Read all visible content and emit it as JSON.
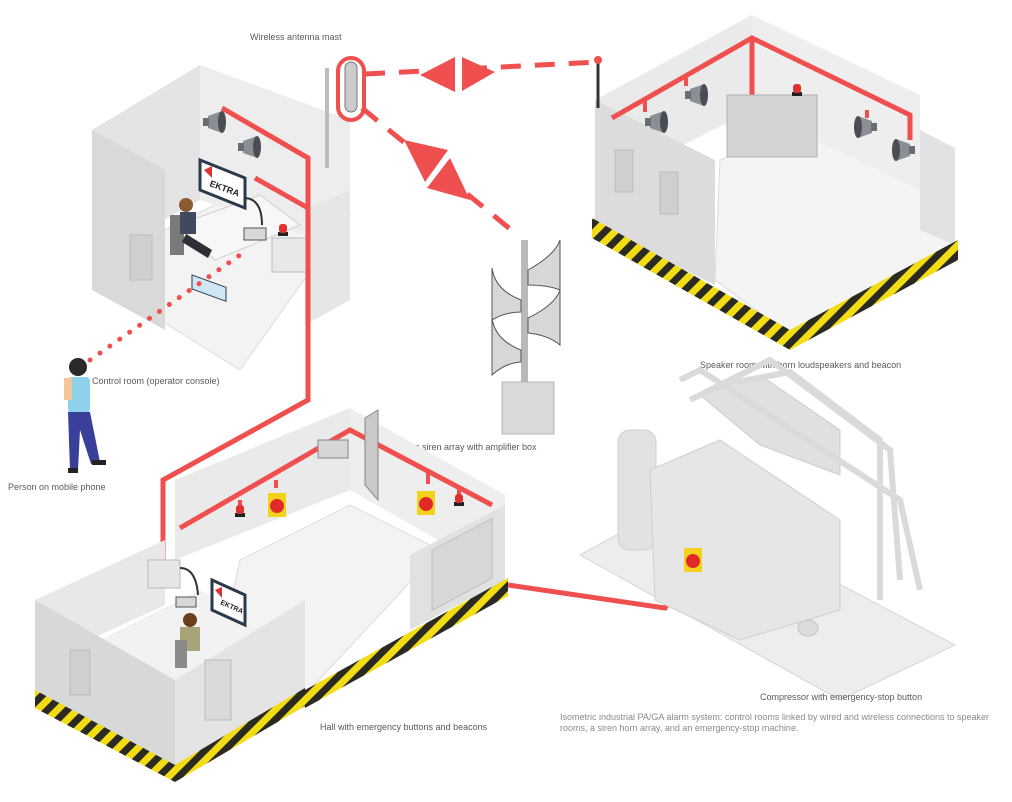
{
  "diagram": {
    "title": "",
    "description": "Isometric industrial PA/GA alarm system: control rooms linked by wired and wireless connections to speaker rooms, a siren horn array, and an emergency-stop machine.",
    "colors": {
      "link": "#ef4f4f",
      "wall": "#e9e9e9",
      "wall_dark": "#d6d6d6",
      "floor": "#f4f4f4",
      "hazard_yellow": "#f2dc14",
      "hazard_black": "#2a2a22",
      "monitor_frame": "#2a3a4a",
      "shirt": "#8fd0ea",
      "pants": "#3a3f9a"
    },
    "nodes": {
      "control_room_top": {
        "label": "Control room (operator console)",
        "monitor_logo": "EKTRA"
      },
      "antenna_mast": {
        "label": "Wireless antenna mast"
      },
      "speaker_room": {
        "label": "Speaker room with horn loudspeakers and beacon"
      },
      "siren_array": {
        "label": "Horn siren array with amplifier box"
      },
      "production_hall": {
        "label": "Hall with emergency buttons and beacons",
        "monitor_logo": "EKTRA"
      },
      "machine": {
        "label": "Compressor with emergency-stop button"
      },
      "field_person": {
        "label": "Person on mobile phone"
      }
    },
    "links": [
      {
        "from": "control_room_top",
        "to": "production_hall",
        "type": "wired"
      },
      {
        "from": "production_hall",
        "to": "machine",
        "type": "wired"
      },
      {
        "from": "antenna_mast",
        "to": "speaker_room",
        "type": "wireless"
      },
      {
        "from": "antenna_mast",
        "to": "siren_array",
        "type": "wireless"
      },
      {
        "from": "field_person",
        "to": "control_room_top",
        "type": "phone"
      }
    ]
  }
}
